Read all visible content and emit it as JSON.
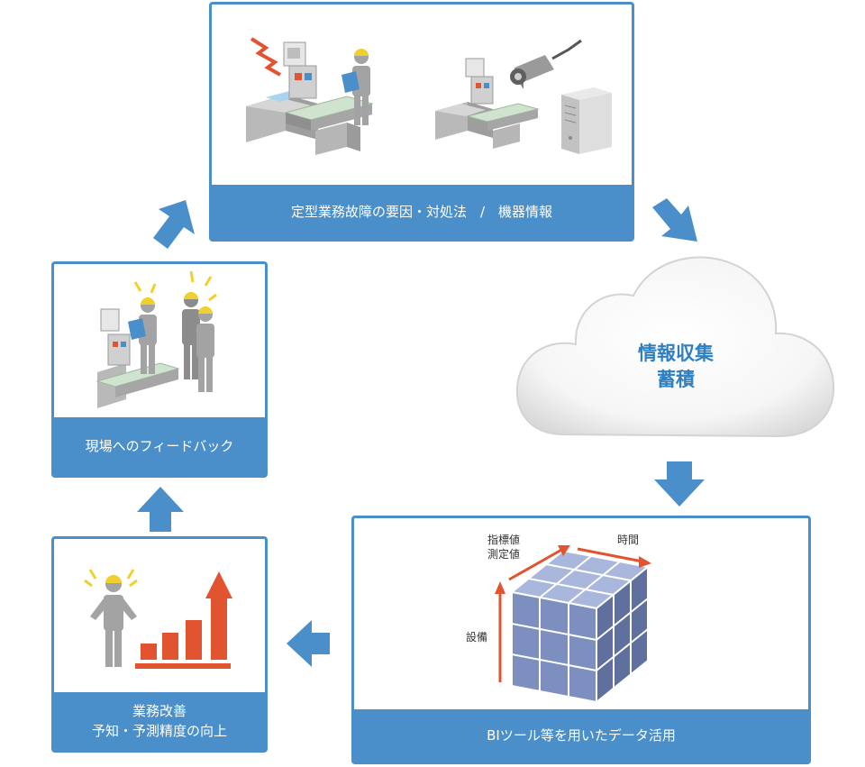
{
  "colors": {
    "primary_blue": "#4a8fc9",
    "cloud_text": "#2f7fc1",
    "accent_red": "#e2532f",
    "cube_blue": "#7d8fbf"
  },
  "steps": {
    "collect": {
      "label": "定型業務故障の要因・対処法　/　機器情報"
    },
    "cloud": {
      "line1": "情報収集",
      "line2": "蓄積"
    },
    "analyze": {
      "label": "BIツール等を用いたデータ活用",
      "axis_metrics_line1": "指標値",
      "axis_metrics_line2": "測定値",
      "axis_time": "時間",
      "axis_equipment": "設備"
    },
    "improve": {
      "line1": "業務改善",
      "line2": "予知・予測精度の向上"
    },
    "feedback": {
      "label": "現場へのフィードバック"
    }
  },
  "icons": [
    "worker-icon",
    "machine-icon",
    "conveyor-icon",
    "camera-icon",
    "server-icon",
    "alert-icon",
    "cube-icon",
    "bar-chart-icon",
    "flow-arrow-icon"
  ]
}
